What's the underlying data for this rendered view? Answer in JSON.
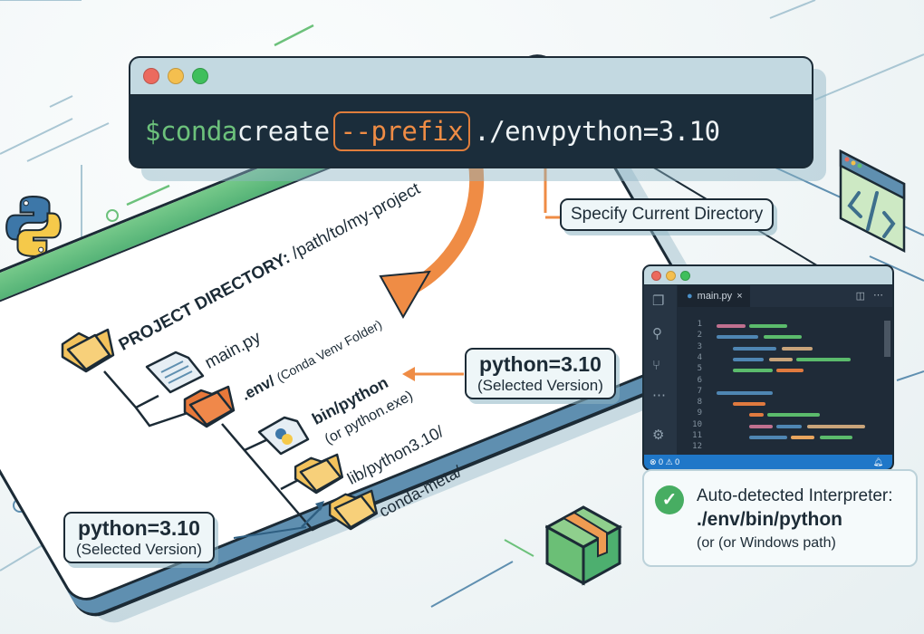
{
  "terminal": {
    "window_buttons": [
      "close",
      "minimize",
      "maximize"
    ],
    "prompt": "$",
    "command": "conda",
    "subcommand": "create",
    "flag": "--prefix",
    "path_arg": "./env",
    "version_arg": "python=3.10"
  },
  "callouts": {
    "specify_dir": "Specify Current Directory",
    "version_right": {
      "title": "python=3.10",
      "subtitle": "(Selected Version)"
    },
    "version_left": {
      "title": "python=3.10",
      "subtitle": "(Selected Version)"
    }
  },
  "project": {
    "header_label": "PROJECT DIRECTORY:",
    "header_path": "/path/to/my-project",
    "items": [
      {
        "name": "main.py",
        "note": "",
        "icon": "file-icon"
      },
      {
        "name": ".env/",
        "note": "(Conda Venv Folder)",
        "icon": "folder-orange-icon"
      },
      {
        "name": "bin/python",
        "note": "(or python.exe)",
        "icon": "python-file-icon"
      },
      {
        "name": "lib/python3.10/",
        "note": "",
        "icon": "folder-icon"
      },
      {
        "name": "conda-meta/",
        "note": "",
        "icon": "folder-icon"
      }
    ]
  },
  "editor": {
    "tab_label": "main.py",
    "line_numbers": [
      "1",
      "2",
      "3",
      "4",
      "5",
      "6",
      "7",
      "8",
      "9",
      "10",
      "11",
      "12"
    ],
    "status_errors": "0",
    "status_warnings": "0"
  },
  "interpreter": {
    "line1": "Auto-detected Interpreter:",
    "line2": "./env/bin/python",
    "line3": "(or (or Windows path)"
  },
  "colors": {
    "accent_orange": "#ef8c45",
    "accent_green": "#55b377",
    "dark_navy": "#1b2d3b",
    "status_blue": "#1f77c8"
  }
}
